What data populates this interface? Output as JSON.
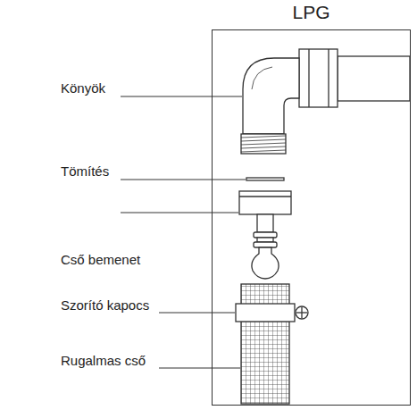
{
  "diagram": {
    "nodes": [
      {
        "text": [
          "LPG"
        ]
      }
    ],
    "labels": [
      "Könyök",
      "Tömítés",
      "Cső bemenet",
      "Szorító kapocs",
      "Rugalmas cső"
    ]
  }
}
